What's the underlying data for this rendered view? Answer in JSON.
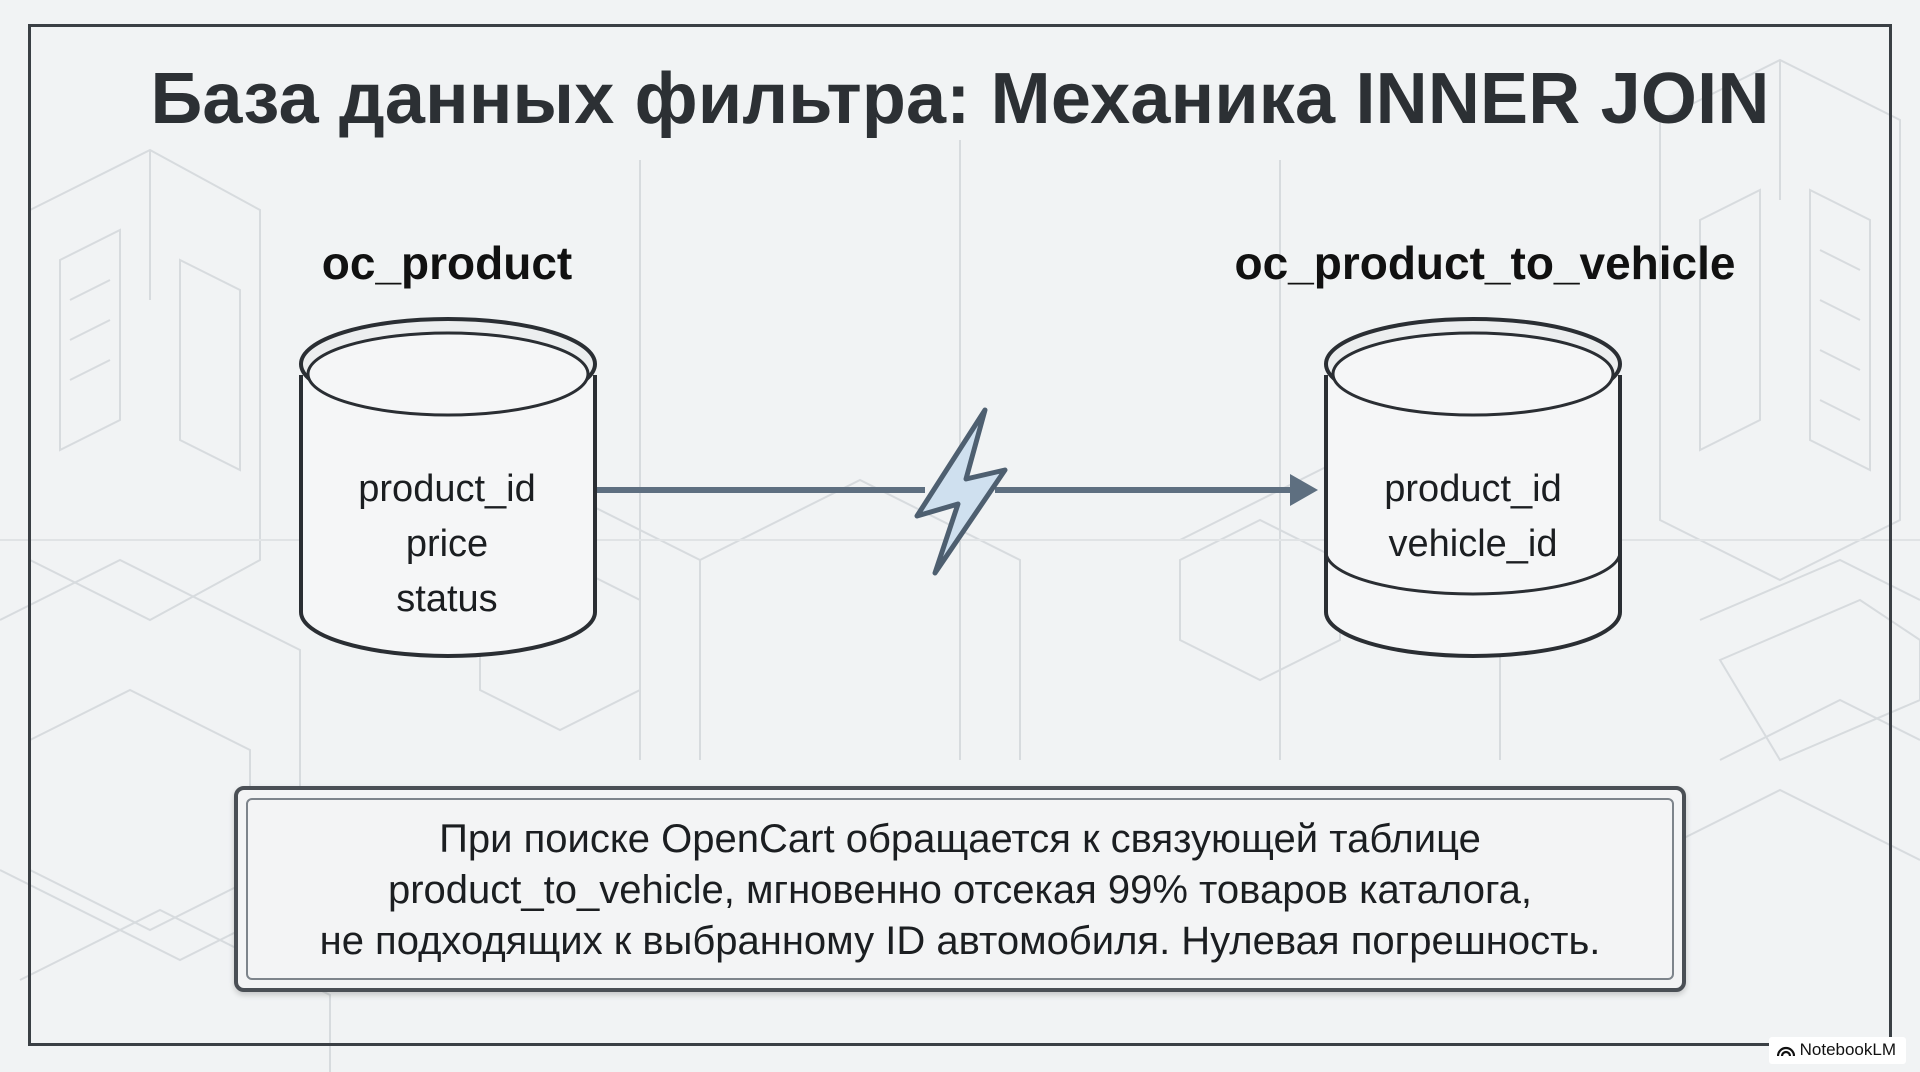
{
  "slide": {
    "title": "База данных фильтра: Механика INNER JOIN"
  },
  "tables": {
    "left": {
      "name": "oc_product",
      "fields": [
        "product_id",
        "price",
        "status"
      ]
    },
    "right": {
      "name": "oc_product_to_vehicle",
      "fields": [
        "product_id",
        "vehicle_id"
      ]
    }
  },
  "connector": {
    "icon": "lightning-bolt-icon",
    "arrow": "arrow-right-icon"
  },
  "note": {
    "lines": [
      "При поиске OpenCart обращается к связующей таблице",
      "product_to_vehicle, мгновенно отсекая 99% товаров каталога,",
      "не подходящих к выбранному ID автомобиля. Нулевая погрешность."
    ]
  },
  "badge": {
    "label": "NotebookLM",
    "icon": "notebooklm-logo-icon"
  },
  "colors": {
    "background": "#f1f3f4",
    "text": "#2c3034",
    "connector": "#5e6f80",
    "bolt_fill": "#cfe0ef",
    "frame": "#3a3f44"
  }
}
